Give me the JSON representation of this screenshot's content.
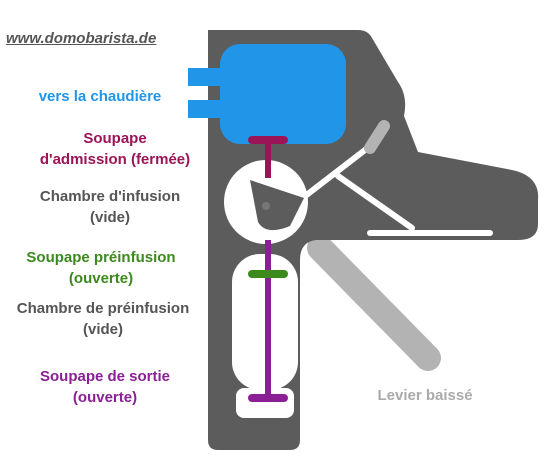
{
  "header": {
    "site_url": "www.domobarista.de"
  },
  "labels": {
    "boiler": {
      "text": "vers la chaudière",
      "color": "#2196e8"
    },
    "inlet_valve": {
      "line1": "Soupape",
      "line2": "d'admission (fermée)",
      "color": "#9c1458"
    },
    "brew_chamber": {
      "line1": "Chambre d'infusion",
      "line2": "(vide)",
      "color": "#555555"
    },
    "preinfusion_valve": {
      "line1": "Soupape préinfusion",
      "line2": "(ouverte)",
      "color": "#3c8a1c"
    },
    "preinfusion_chamber": {
      "line1": "Chambre de préinfusion",
      "line2": "(vide)",
      "color": "#555555"
    },
    "outlet_valve": {
      "line1": "Soupape de sortie",
      "line2": "(ouverte)",
      "color": "#8a1f96"
    },
    "lever": {
      "text": "Levier baissé",
      "color": "#aaaaaa"
    }
  },
  "colors": {
    "body": "#5c5c5c",
    "boiler": "#2196e8",
    "inlet_valve": "#9c1458",
    "preinfusion_valve": "#3c8a1c",
    "outlet_valve": "#8a1f96",
    "lever": "#b3b3b3",
    "chamber": "#ffffff"
  },
  "state": {
    "inlet_valve": "closed",
    "preinfusion_valve": "open",
    "outlet_valve": "open",
    "brew_chamber": "empty",
    "preinfusion_chamber": "empty",
    "lever": "lowered"
  }
}
